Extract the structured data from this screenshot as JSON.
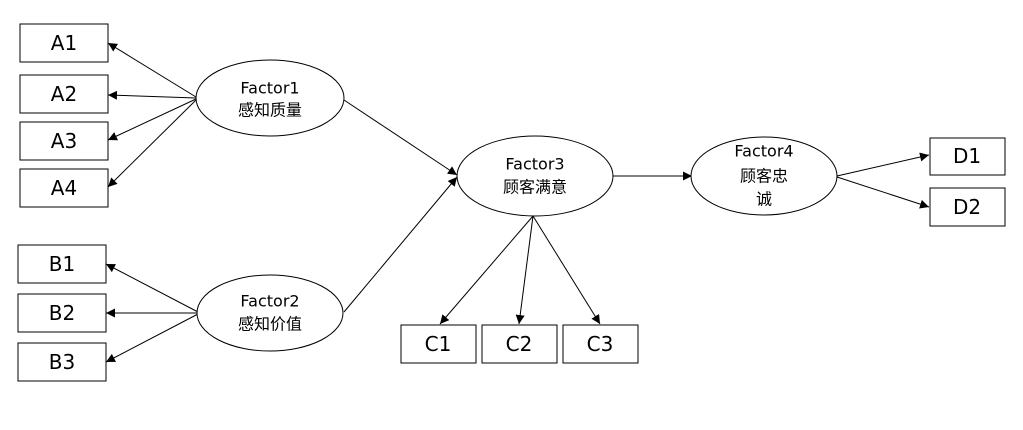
{
  "factors": {
    "f1": {
      "name": "Factor1",
      "desc": "感知质量"
    },
    "f2": {
      "name": "Factor2",
      "desc": "感知价值"
    },
    "f3": {
      "name": "Factor3",
      "desc": "顾客满意"
    },
    "f4": {
      "name": "Factor4",
      "desc_line1": "顾客忠",
      "desc_line2": "诚"
    }
  },
  "indicators": {
    "A1": "A1",
    "A2": "A2",
    "A3": "A3",
    "A4": "A4",
    "B1": "B1",
    "B2": "B2",
    "B3": "B3",
    "C1": "C1",
    "C2": "C2",
    "C3": "C3",
    "D1": "D1",
    "D2": "D2"
  }
}
